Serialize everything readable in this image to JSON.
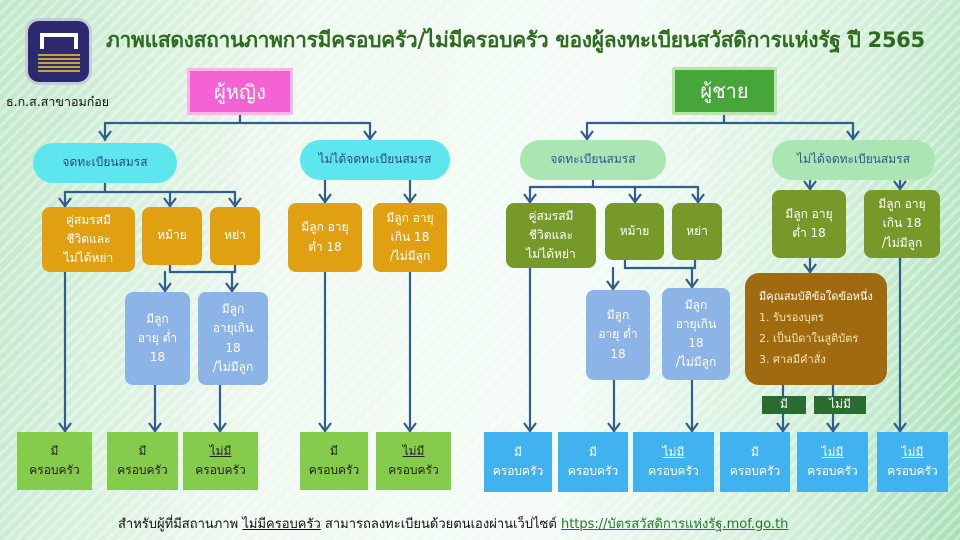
{
  "title": "ภาพแสดงสถานภาพการมีครอบครัว/ไม่มีครอบครัว ของผู้ลงทะเบียนสวัสดิการแห่งรัฐ ปี 2565",
  "branch": "ธ.ก.ส.สาขาอมก๋อย",
  "female": {
    "header": "ผู้หญิง",
    "registered": "จดทะเบียนสมรส",
    "unregistered": "ไม่ได้จดทะเบียนสมรส",
    "spouse": [
      "คู่สมรสมี",
      "ชีวิตและ",
      "ไม่ได้หย่า"
    ],
    "widowed": "หม้าย",
    "divorced": "หย่า",
    "child_under": [
      "มีลูก อายุ",
      "ต่ำ 18"
    ],
    "child_over": [
      "มีลูก อายุ",
      "เกิน 18",
      "/ไม่มีลูก"
    ],
    "blue_under": [
      "มีลูก",
      "อายุ ต่ำ",
      "18"
    ],
    "blue_over": [
      "มีลูก",
      "อายุเกิน",
      "18",
      "/ไม่มีลูก"
    ]
  },
  "male": {
    "header": "ผู้ชาย",
    "registered": "จดทะเบียนสมรส",
    "unregistered": "ไม่ได้จดทะเบียนสมรส",
    "spouse": [
      "คู่สมรสมี",
      "ชีวิตและ",
      "ไม่ได้หย่า"
    ],
    "widowed": "หม้าย",
    "divorced": "หย่า",
    "child_under": [
      "มีลูก อายุ",
      "ต่ำ 18"
    ],
    "child_over": [
      "มีลูก อายุ",
      "เกิน 18",
      "/ไม่มีลูก"
    ],
    "blue_under": [
      "มีลูก",
      "อายุ ต่ำ",
      "18"
    ],
    "blue_over": [
      "มีลูก",
      "อายุเกิน",
      "18",
      "/ไม่มีลูก"
    ],
    "qualify": {
      "heading": "มีคุณสมบัติข้อใดข้อหนึ่ง",
      "items": [
        "1. รับรองบุตร",
        "2. เป็นบิดาในสูติบัตร",
        "3. ศาลมีคำสั่ง"
      ],
      "yes": "มี",
      "no": "ไม่มี"
    }
  },
  "result": {
    "has": "มี",
    "hasnot": "ไม่มี",
    "family": "ครอบครัว"
  },
  "footer": {
    "text1": "สำหรับผู้ที่มีสถานภาพ ",
    "text_u": "ไม่มีครอบครัว",
    "text2": " สามารถลงทะเบียนด้วยตนเองผ่านเว็ปไซต์ ",
    "link": "https://บัตรสวัสดิการแห่งรัฐ.mof.go.th"
  },
  "colors": {
    "line": "#2f5f8a",
    "title": "#2e6b1f"
  }
}
